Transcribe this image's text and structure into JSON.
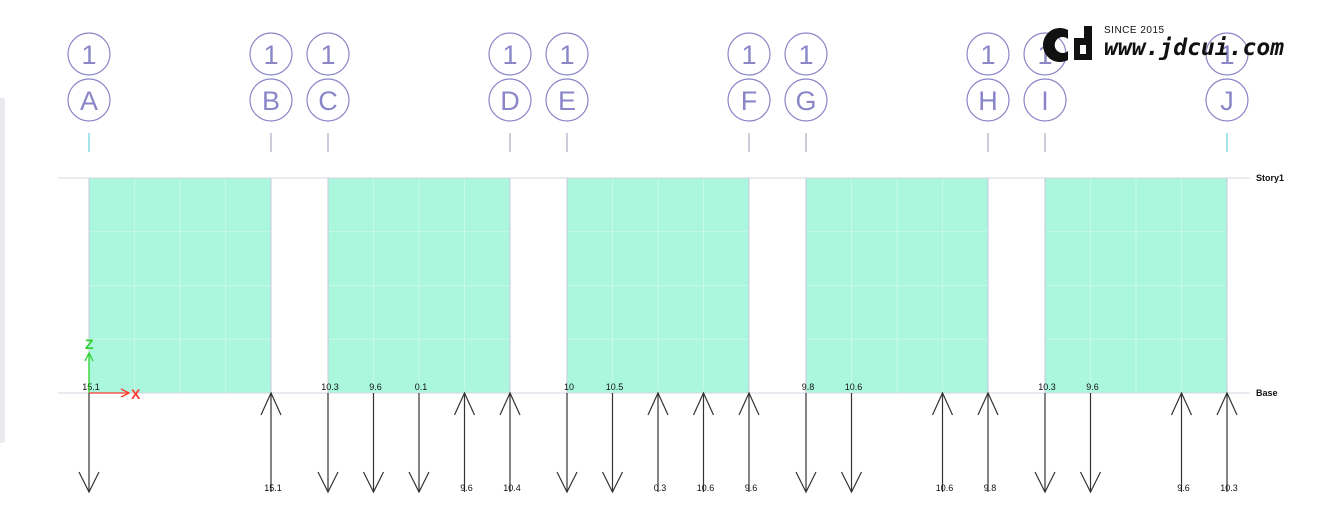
{
  "grid_bubbles": [
    {
      "top": "1",
      "bottom": "A",
      "col": 0
    },
    {
      "top": "1",
      "bottom": "B",
      "col": 1
    },
    {
      "top": "1",
      "bottom": "C",
      "col": 2
    },
    {
      "top": "1",
      "bottom": "D",
      "col": 3
    },
    {
      "top": "1",
      "bottom": "E",
      "col": 4
    },
    {
      "top": "1",
      "bottom": "F",
      "col": 5
    },
    {
      "top": "1",
      "bottom": "G",
      "col": 6
    },
    {
      "top": "1",
      "bottom": "H",
      "col": 7
    },
    {
      "top": "1",
      "bottom": "I",
      "col": 8
    },
    {
      "top": "1",
      "bottom": "J",
      "col": 9
    }
  ],
  "levels": {
    "story": "Story1",
    "base": "Base"
  },
  "axes": {
    "z": "Z",
    "x": "X"
  },
  "wall_panels": [
    [
      0,
      1
    ],
    [
      2,
      3
    ],
    [
      4,
      5
    ],
    [
      6,
      7
    ],
    [
      8,
      9
    ]
  ],
  "reactions": [
    {
      "col": 0,
      "offset": 0,
      "dir": "down",
      "label": "15.1",
      "pos": "top"
    },
    {
      "col": 1,
      "offset": 0,
      "dir": "up",
      "label": "15.1",
      "pos": "bottom"
    },
    {
      "col": 2,
      "offset": 0,
      "dir": "down",
      "label": "10.3",
      "pos": "top"
    },
    {
      "col": 2,
      "offset": 1,
      "dir": "down",
      "label": "9.6",
      "pos": "top"
    },
    {
      "col": 2,
      "offset": 2,
      "dir": "down",
      "label": "0.1",
      "pos": "top"
    },
    {
      "col": 2,
      "offset": 3,
      "dir": "up",
      "label": "9.6",
      "pos": "bottom"
    },
    {
      "col": 3,
      "offset": 0,
      "dir": "up",
      "label": "10.4",
      "pos": "bottom"
    },
    {
      "col": 4,
      "offset": 0,
      "dir": "down",
      "label": "10",
      "pos": "top"
    },
    {
      "col": 4,
      "offset": 1,
      "dir": "down",
      "label": "10.5",
      "pos": "top"
    },
    {
      "col": 4,
      "offset": 2,
      "dir": "up",
      "label": "0.3",
      "pos": "bottom"
    },
    {
      "col": 4,
      "offset": 3,
      "dir": "up",
      "label": "10.6",
      "pos": "bottom"
    },
    {
      "col": 5,
      "offset": 0,
      "dir": "up",
      "label": "9.6",
      "pos": "bottom"
    },
    {
      "col": 6,
      "offset": 0,
      "dir": "down",
      "label": "9.8",
      "pos": "top"
    },
    {
      "col": 6,
      "offset": 1,
      "dir": "down",
      "label": "10.6",
      "pos": "top"
    },
    {
      "col": 6,
      "offset": 3,
      "dir": "up",
      "label": "10.6",
      "pos": "bottom"
    },
    {
      "col": 7,
      "offset": 0,
      "dir": "up",
      "label": "9.8",
      "pos": "bottom"
    },
    {
      "col": 8,
      "offset": 0,
      "dir": "down",
      "label": "10.3",
      "pos": "top"
    },
    {
      "col": 8,
      "offset": 1,
      "dir": "down",
      "label": "9.6",
      "pos": "top"
    },
    {
      "col": 8,
      "offset": 3,
      "dir": "up",
      "label": "9.6",
      "pos": "bottom"
    },
    {
      "col": 9,
      "offset": 0,
      "dir": "up",
      "label": "10.3",
      "pos": "bottom"
    }
  ],
  "watermark": {
    "since": "SINCE 2015",
    "url": "www.jdcui.com"
  },
  "colors": {
    "panel": "#aaf7dd",
    "panel_line": "#c8f9e8",
    "bubble": "#8a86c8",
    "axis_z": "#2bd12b",
    "axis_x": "#ff3b30",
    "arrow": "#333333"
  }
}
